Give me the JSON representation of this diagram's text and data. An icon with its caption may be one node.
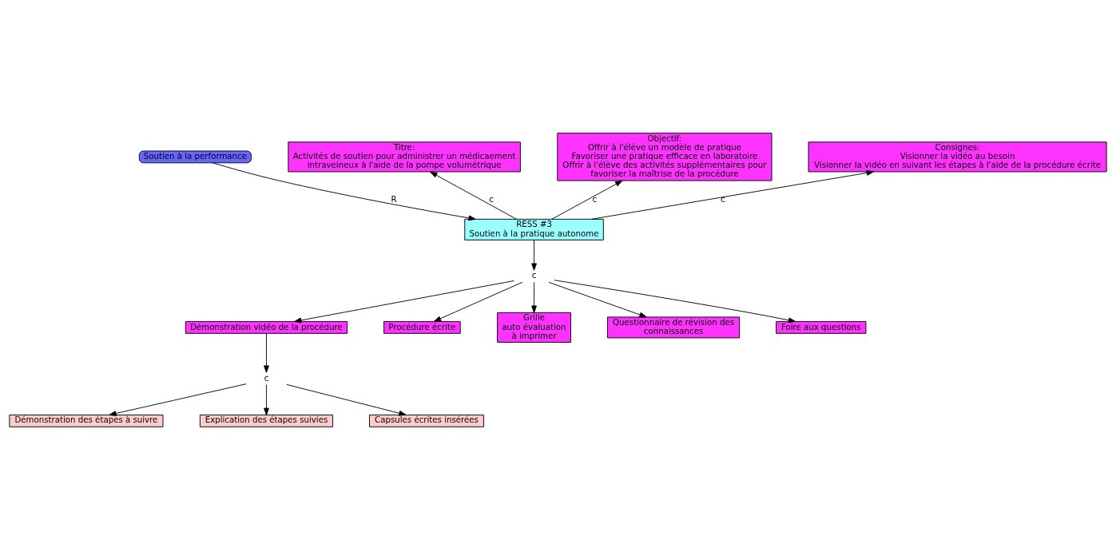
{
  "diagram": {
    "nodes": [
      {
        "text": [
          "Soutien à la performance"
        ]
      },
      {
        "text": [
          "Titre:",
          "Activités de soutien pour administrer un médicaement intraveineux à l'aide de la pompe volumétrique"
        ]
      },
      {
        "text": [
          "Objectif:",
          "Offrir à l'élève un modèle de pratique",
          "Favoriser une pratique efficace en laboratoire",
          "Offrir à l'élève des activités supplémentaires pour favoriser la maîtrise de la procédure"
        ]
      },
      {
        "text": [
          "Consignes:",
          "Visionner la vidéo au besoin",
          "Visionner la vidéo en suivant les étapes à l'aide de la procédure écrite"
        ]
      },
      {
        "text": [
          "RESS #3",
          "Soutien à la pratique autonome"
        ]
      },
      {
        "text": [
          "c"
        ]
      },
      {
        "text": [
          "Démonstration vidéo de la procédure"
        ]
      },
      {
        "text": [
          "Procédure écrite"
        ]
      },
      {
        "text": [
          "Grille auto évaluation à imprimer"
        ]
      },
      {
        "text": [
          "Questionnaire de révision des connaissances"
        ]
      },
      {
        "text": [
          "Foire aux questions"
        ]
      },
      {
        "text": [
          "c"
        ]
      },
      {
        "text": [
          "Démonstration des étapes à suivre"
        ]
      },
      {
        "text": [
          "Explication des étapes suivies"
        ]
      },
      {
        "text": [
          "Capsules écrites insérées"
        ]
      }
    ],
    "edges": [
      {
        "from": 0,
        "to": 4,
        "arrow": "to",
        "label": "R"
      },
      {
        "from": 4,
        "to": 1,
        "arrow": "to",
        "label": "c"
      },
      {
        "from": 4,
        "to": 2,
        "arrow": "to",
        "label": "c"
      },
      {
        "from": 4,
        "to": 3,
        "arrow": "to",
        "label": "c"
      },
      {
        "from": 4,
        "to": 5,
        "arrow": "to"
      },
      {
        "from": 5,
        "to": 6,
        "arrow": "to"
      },
      {
        "from": 5,
        "to": 7,
        "arrow": "to"
      },
      {
        "from": 5,
        "to": 8,
        "arrow": "to"
      },
      {
        "from": 5,
        "to": 9,
        "arrow": "to"
      },
      {
        "from": 5,
        "to": 10,
        "arrow": "to"
      },
      {
        "from": 6,
        "to": 11,
        "arrow": "to"
      },
      {
        "from": 11,
        "to": 12,
        "arrow": "to"
      },
      {
        "from": 11,
        "to": 13,
        "arrow": "to"
      },
      {
        "from": 11,
        "to": 14,
        "arrow": "to"
      }
    ]
  }
}
